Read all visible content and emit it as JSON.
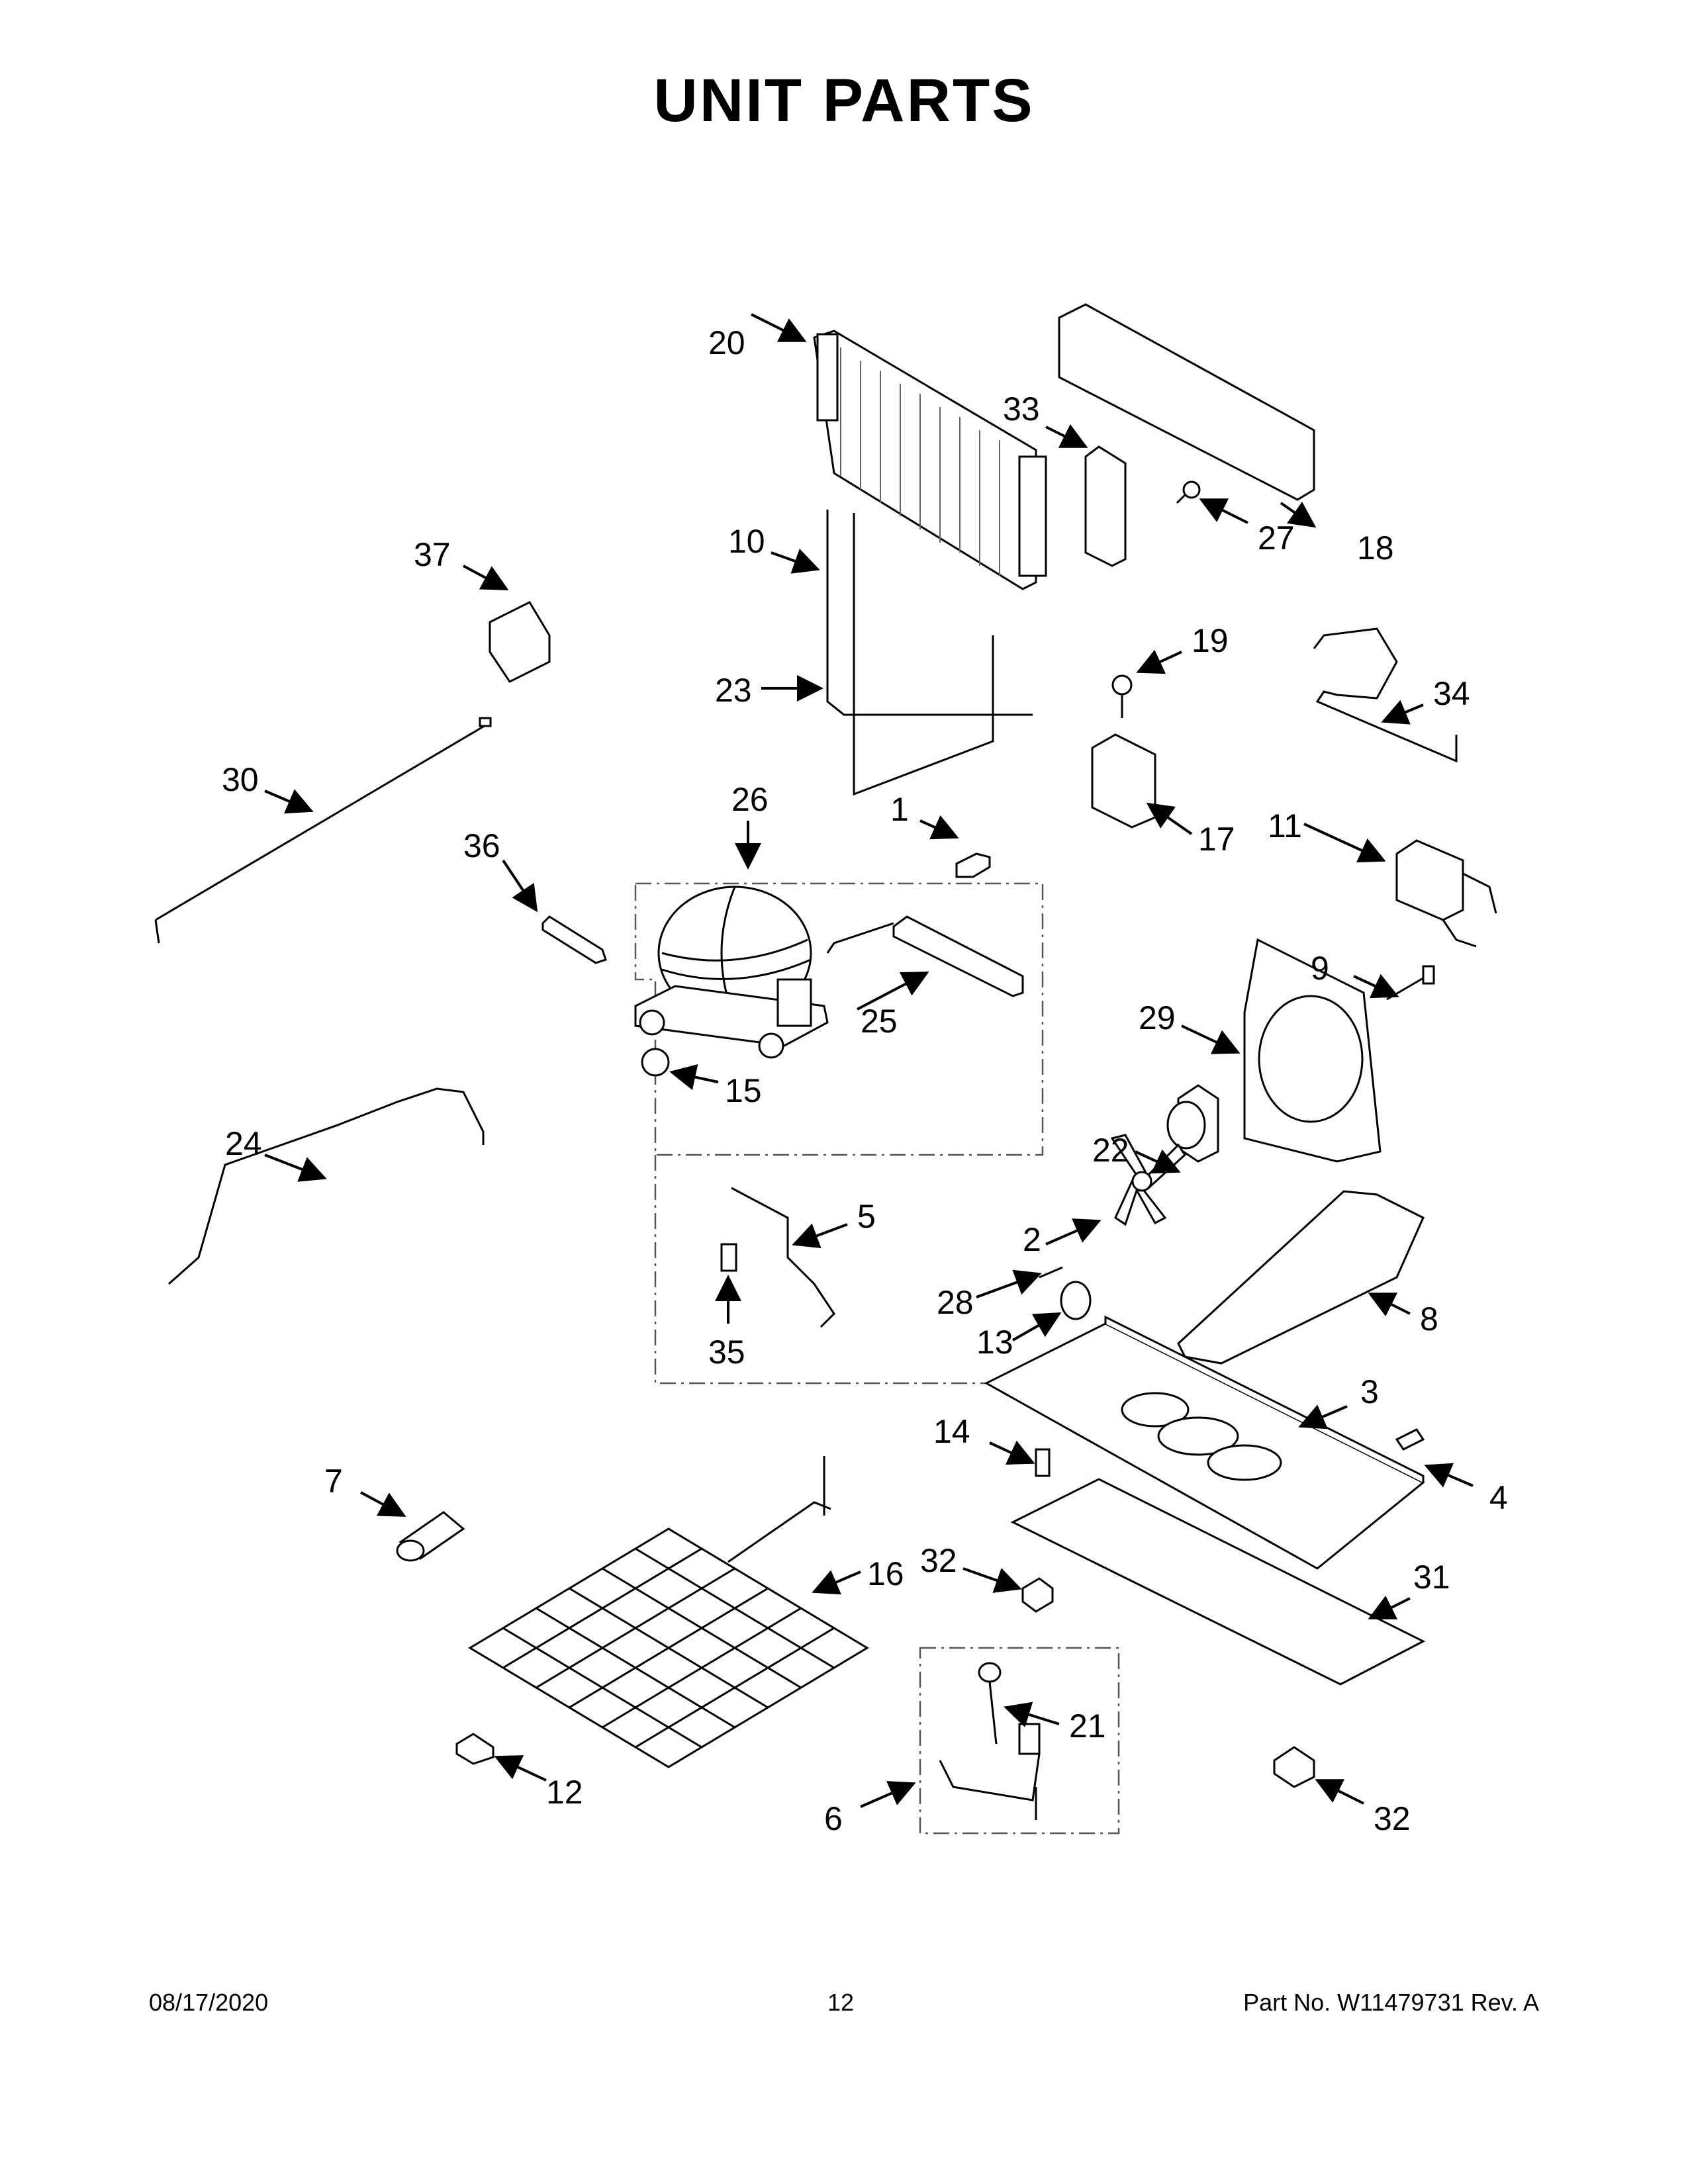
{
  "title": "UNIT PARTS",
  "footer": {
    "date": "08/17/2020",
    "page": "12",
    "part_no": "Part No.  W11479731  Rev.  A"
  },
  "callouts": [
    "1",
    "2",
    "3",
    "4",
    "5",
    "6",
    "7",
    "8",
    "9",
    "10",
    "11",
    "12",
    "13",
    "14",
    "15",
    "16",
    "17",
    "18",
    "19",
    "20",
    "21",
    "22",
    "23",
    "24",
    "25",
    "26",
    "27",
    "28",
    "29",
    "30",
    "31",
    "32",
    "32",
    "33",
    "34",
    "35",
    "36",
    "37"
  ]
}
